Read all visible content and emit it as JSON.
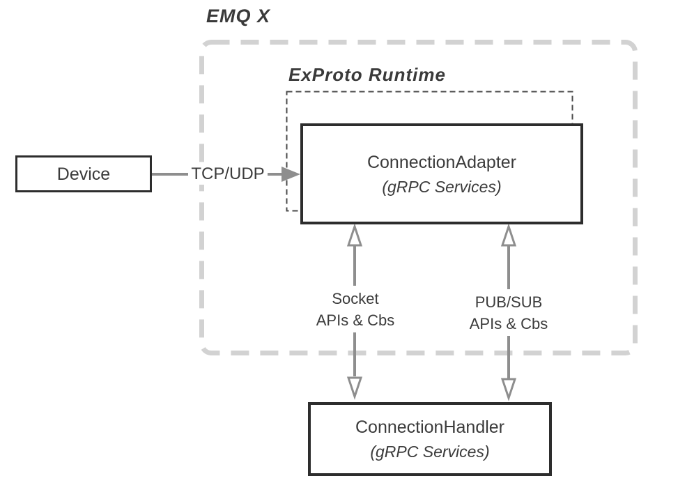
{
  "diagram": {
    "emqx_label": "EMQ X",
    "exproto_label": "ExProto Runtime",
    "device": {
      "label": "Device"
    },
    "tcp_udp_label": "TCP/UDP",
    "adapter": {
      "title": "ConnectionAdapter",
      "subtitle": "(gRPC Services)"
    },
    "handler": {
      "title": "ConnectionHandler",
      "subtitle": "(gRPC Services)"
    },
    "socket_label": {
      "line1": "Socket",
      "line2": "APIs & Cbs"
    },
    "pubsub_label": {
      "line1": "PUB/SUB",
      "line2": "APIs & Cbs"
    },
    "colors": {
      "box_border": "#2d2d2d",
      "text": "#3b3b3b",
      "arrow_gray": "#8e8e8e",
      "outer_boundary_dash": "#d2d2d2",
      "inner_boundary_dash": "#4a4a4a",
      "background": "#ffffff"
    }
  }
}
